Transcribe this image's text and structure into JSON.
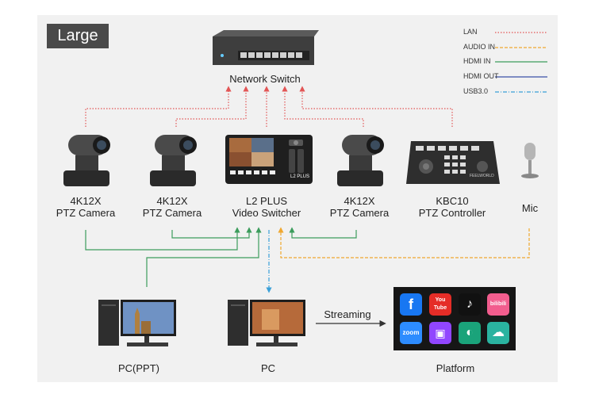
{
  "title": "Large",
  "legend": [
    {
      "label": "LAN",
      "color": "#e25555",
      "style": "dotted"
    },
    {
      "label": "AUDIO IN",
      "color": "#f0a830",
      "style": "dashed"
    },
    {
      "label": "HDMI IN",
      "color": "#3c9c5c",
      "style": "solid"
    },
    {
      "label": "HDMI OUT",
      "color": "#3a4fa8",
      "style": "solid"
    },
    {
      "label": "USB3.0",
      "color": "#3aa0d8",
      "style": "dashdot"
    }
  ],
  "devices": {
    "switch": {
      "label": "Network Switch"
    },
    "cam1": {
      "line1": "4K12X",
      "line2": "PTZ Camera"
    },
    "cam2": {
      "line1": "4K12X",
      "line2": "PTZ Camera"
    },
    "video_switcher": {
      "line1": "L2 PLUS",
      "line2": "Video Switcher",
      "screen_text": "L2 PLUS"
    },
    "cam3": {
      "line1": "4K12X",
      "line2": "PTZ Camera"
    },
    "controller": {
      "line1": "KBC10",
      "line2": "PTZ Controller",
      "brand": "FEELWORLD"
    },
    "mic": {
      "label": "Mic"
    },
    "pc_ppt": {
      "label": "PC(PPT)"
    },
    "pc": {
      "label": "PC"
    },
    "platform": {
      "label": "Platform"
    }
  },
  "streaming_label": "Streaming",
  "platforms": [
    {
      "name": "facebook",
      "glyph": "f",
      "color": "#1877f2"
    },
    {
      "name": "youtube",
      "glyph": "You Tube",
      "color": "#e52d27"
    },
    {
      "name": "tiktok",
      "glyph": "♪",
      "color": "#111111"
    },
    {
      "name": "bilibili",
      "glyph": "bilibili",
      "color": "#f25d8e"
    },
    {
      "name": "zoom",
      "glyph": "zoom",
      "color": "#2d8cff"
    },
    {
      "name": "twitch",
      "glyph": "▣",
      "color": "#9146ff"
    },
    {
      "name": "teams-circle",
      "glyph": "◐",
      "color": "#1aa37a"
    },
    {
      "name": "cloud",
      "glyph": "☁",
      "color": "#2ab3a0"
    }
  ]
}
